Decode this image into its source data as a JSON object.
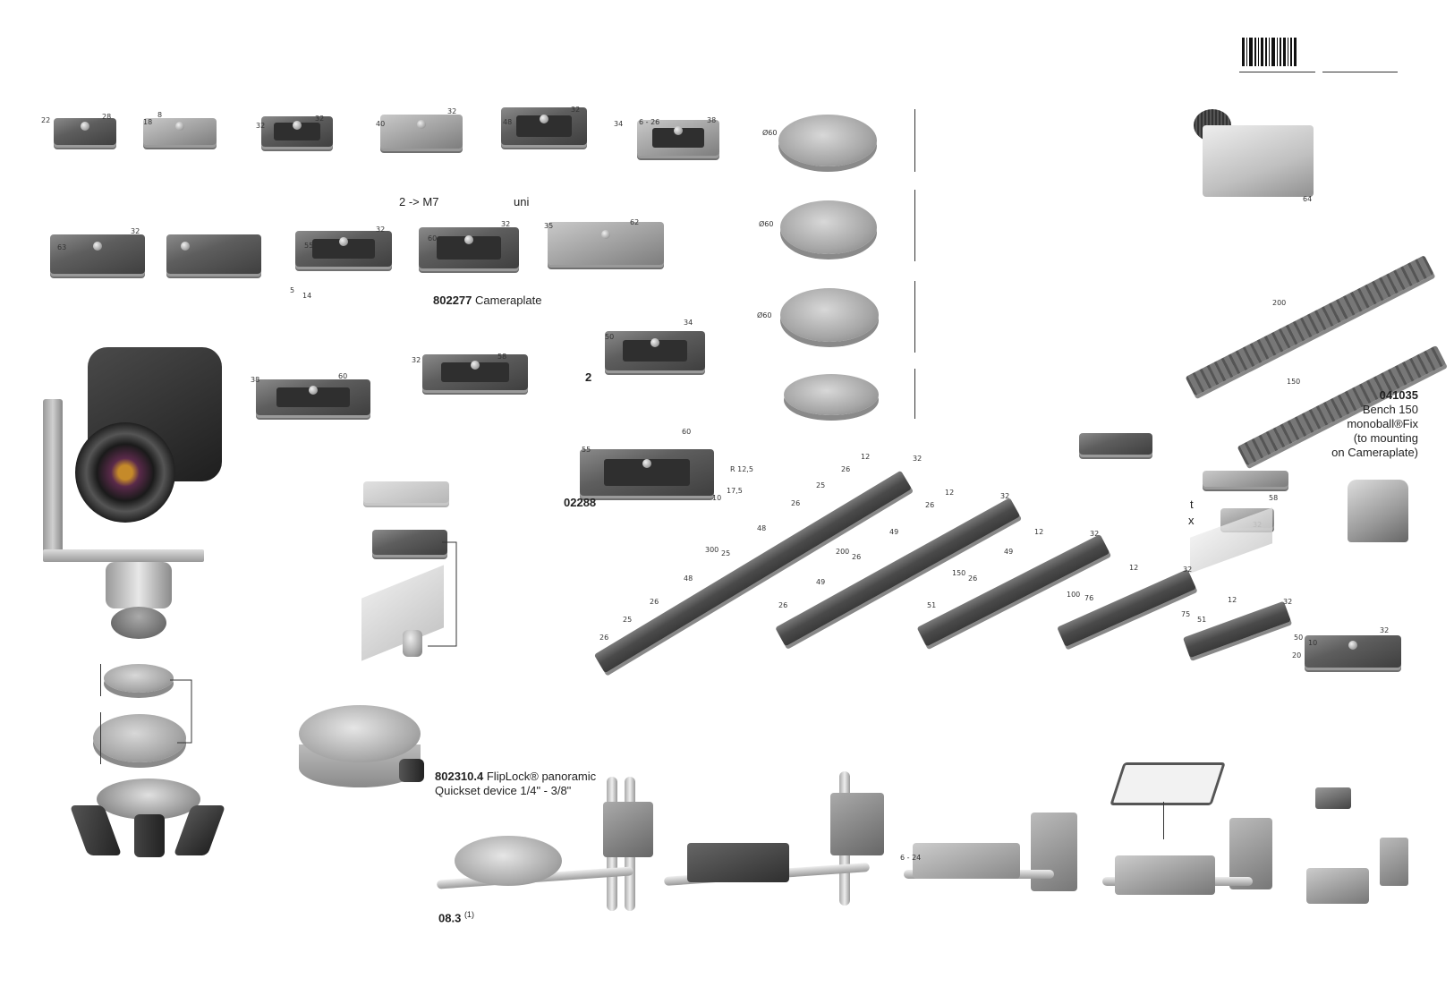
{
  "labels": {
    "m7": "2 -> M7",
    "uni": "uni",
    "p802277_code": "802277",
    "p802277_name": "Cameraplate",
    "two": "2",
    "p02288": "02288",
    "p041035_code": "041035",
    "p041035_line1": "Bench 150",
    "p041035_line2": "monoball®Fix",
    "p041035_line3": "(to mounting",
    "p041035_line4": "on Cameraplate)",
    "t": "t",
    "x": "x",
    "p802310_code": "802310.4",
    "p802310_line1": "FlipLock® panoramic",
    "p802310_line2": "Quickset device 1/4\" - 3/8\"",
    "p083_code": "08.3",
    "p083_sup": "(1)"
  },
  "dimensions": {
    "r1": [
      "22",
      "28",
      "18",
      "8",
      "32",
      "32",
      "40",
      "32",
      "48",
      "32",
      "34",
      "6 - 26",
      "38",
      "Ø60"
    ],
    "r2": [
      "63",
      "32",
      "55",
      "32",
      "5",
      "14",
      "60",
      "32",
      "35",
      "62",
      "Ø60",
      "Ø60",
      "50",
      "34"
    ],
    "r3": [
      "38",
      "60",
      "32",
      "58",
      "55",
      "60",
      "R 12,5",
      "17,5",
      "10"
    ],
    "bench": [
      "200",
      "150",
      "64",
      "58",
      "32"
    ],
    "rails": [
      "12",
      "32",
      "26",
      "25",
      "26",
      "48",
      "300",
      "25",
      "48",
      "26",
      "25",
      "26",
      "12",
      "32",
      "26",
      "49",
      "200",
      "26",
      "49",
      "26",
      "12",
      "32",
      "49",
      "150",
      "26",
      "51",
      "12",
      "32",
      "100",
      "76",
      "75",
      "51",
      "12",
      "32",
      "50",
      "10",
      "20",
      "32",
      "6 - 24"
    ]
  },
  "icons": {
    "barcode": "barcode-icon",
    "camera": "camera-on-panoramic-head-illustration"
  },
  "colors": {
    "metal_dark": "#3f3f3f",
    "metal_light": "#b0b0b0",
    "ink": "#222222"
  }
}
